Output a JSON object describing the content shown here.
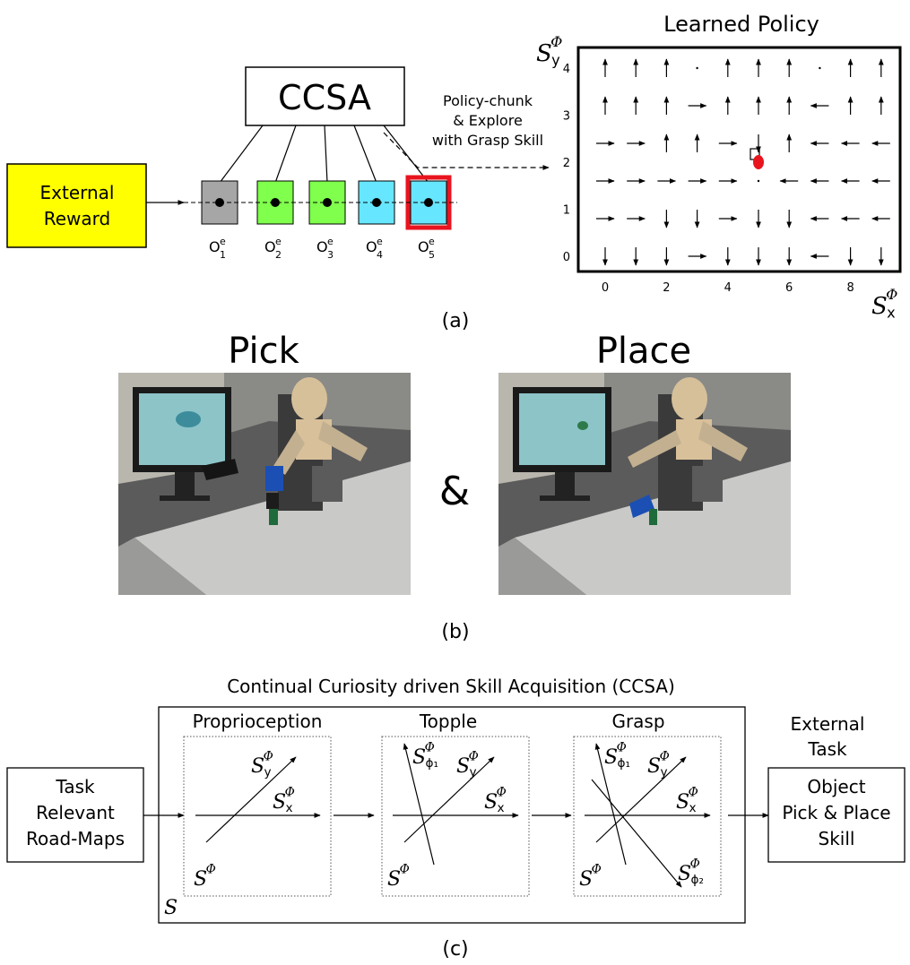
{
  "panel_a": {
    "ccsa_label": "CCSA",
    "external_reward": [
      "External",
      "Reward"
    ],
    "options": [
      {
        "base": "O",
        "sup": "e",
        "sub": "1",
        "color": "#a6a6a6",
        "highlighted": false
      },
      {
        "base": "O",
        "sup": "e",
        "sub": "2",
        "color": "#80ff4d",
        "highlighted": false
      },
      {
        "base": "O",
        "sup": "e",
        "sub": "3",
        "color": "#80ff4d",
        "highlighted": false
      },
      {
        "base": "O",
        "sup": "e",
        "sub": "4",
        "color": "#66e6ff",
        "highlighted": false
      },
      {
        "base": "O",
        "sup": "e",
        "sub": "5",
        "color": "#66e6ff",
        "highlighted": true
      }
    ],
    "arrow_text": [
      "Policy-chunk",
      "& Explore",
      "with Grasp Skill"
    ],
    "caption": "(a)",
    "policy": {
      "title": "Learned Policy",
      "x_ticks": [
        "0",
        "2",
        "4",
        "6",
        "8"
      ],
      "y_ticks": [
        "0",
        "1",
        "2",
        "3",
        "4"
      ],
      "x_axis_label": {
        "base": "S",
        "sup": "Φ",
        "sub": "x"
      },
      "y_axis_label": {
        "base": "S",
        "sup": "Φ",
        "sub": "y"
      },
      "goal": {
        "x": 5,
        "y": 2,
        "color": "#e8141e"
      },
      "grid": [
        [
          "u",
          "u",
          "u",
          ".",
          "u",
          "u",
          "u",
          ".",
          "u",
          "u"
        ],
        [
          "u",
          "u",
          "u",
          "r",
          "u",
          "u",
          "u",
          "l",
          "u",
          "u"
        ],
        [
          "r",
          "r",
          "u",
          "u",
          "r",
          "d",
          "u",
          "l",
          "l",
          "l"
        ],
        [
          "r",
          "r",
          "r",
          "r",
          "r",
          "g",
          "l",
          "l",
          "l",
          "l"
        ],
        [
          "r",
          "r",
          "d",
          "d",
          "r",
          "d",
          "d",
          "l",
          "l",
          "l"
        ],
        [
          "d",
          "d",
          "d",
          "r",
          "d",
          "d",
          "d",
          "l",
          "d",
          "d"
        ]
      ]
    }
  },
  "panel_b": {
    "pick_label": "Pick",
    "place_label": "Place",
    "ampersand": "&",
    "caption": "(b)"
  },
  "panel_c": {
    "title": "Continual Curiosity driven Skill Acquisition (CCSA)",
    "input_box": [
      "Task",
      "Relevant",
      "Road-Maps"
    ],
    "external_task_label": [
      "External",
      "Task"
    ],
    "output_box": [
      "Object",
      "Pick & Place",
      "Skill"
    ],
    "stages": [
      {
        "name": "Proprioception",
        "axes": [
          {
            "base": "S",
            "sup": "Φ",
            "sub": "y"
          },
          {
            "base": "S",
            "sup": "Φ",
            "sub": "x"
          }
        ]
      },
      {
        "name": "Topple",
        "axes": [
          {
            "base": "S",
            "sup": "Φ",
            "sub": "ϕ₁"
          },
          {
            "base": "S",
            "sup": "Φ",
            "sub": "y"
          },
          {
            "base": "S",
            "sup": "Φ",
            "sub": "x"
          }
        ]
      },
      {
        "name": "Grasp",
        "axes": [
          {
            "base": "S",
            "sup": "Φ",
            "sub": "ϕ₁"
          },
          {
            "base": "S",
            "sup": "Φ",
            "sub": "y"
          },
          {
            "base": "S",
            "sup": "Φ",
            "sub": "x"
          },
          {
            "base": "S",
            "sup": "Φ",
            "sub": "ϕ₂"
          }
        ]
      }
    ],
    "space_label": {
      "base": "S",
      "sup": "Φ"
    },
    "outer_space_label": "S",
    "caption": "(c)"
  },
  "colors": {
    "reward_fill": "#ffff00",
    "highlight": "#e8141e",
    "photo_bg": "#5a5a5a"
  }
}
